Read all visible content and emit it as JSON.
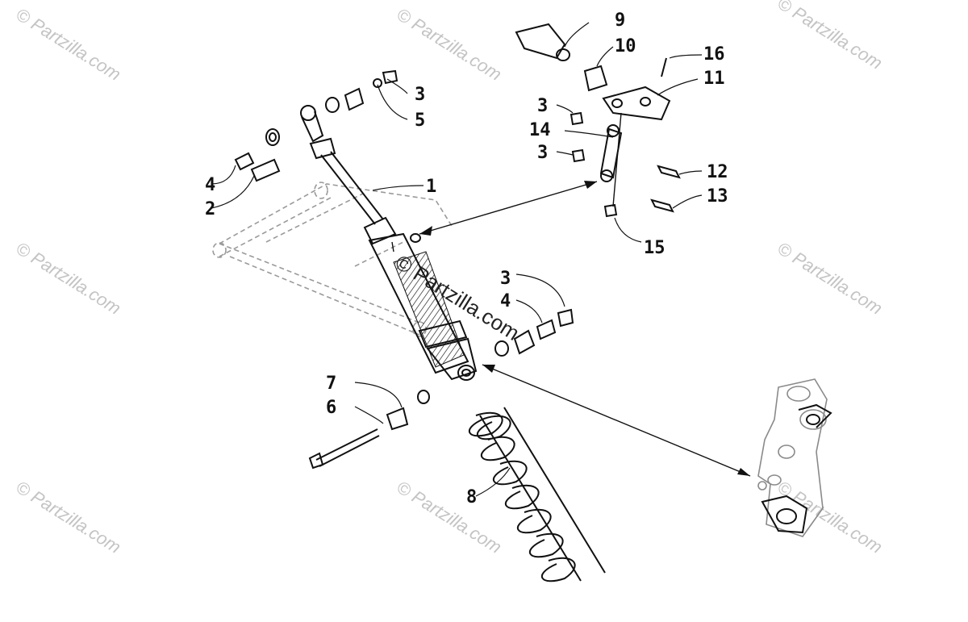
{
  "diagram": {
    "watermark_text": "© Partzilla.com",
    "center_watermark": "© Partzilla.com",
    "callouts": [
      {
        "id": "c1",
        "label": "1"
      },
      {
        "id": "c2",
        "label": "2"
      },
      {
        "id": "c3a",
        "label": "3"
      },
      {
        "id": "c4a",
        "label": "4"
      },
      {
        "id": "c5",
        "label": "5"
      },
      {
        "id": "c3b",
        "label": "3"
      },
      {
        "id": "c4b",
        "label": "4"
      },
      {
        "id": "c6",
        "label": "6"
      },
      {
        "id": "c7",
        "label": "7"
      },
      {
        "id": "c8",
        "label": "8"
      },
      {
        "id": "c9",
        "label": "9"
      },
      {
        "id": "c10",
        "label": "10"
      },
      {
        "id": "c11",
        "label": "11"
      },
      {
        "id": "c12",
        "label": "12"
      },
      {
        "id": "c13",
        "label": "13"
      },
      {
        "id": "c14",
        "label": "14"
      },
      {
        "id": "c15",
        "label": "15"
      },
      {
        "id": "c16",
        "label": "16"
      },
      {
        "id": "c3c",
        "label": "3"
      },
      {
        "id": "c3d",
        "label": "3"
      }
    ]
  }
}
